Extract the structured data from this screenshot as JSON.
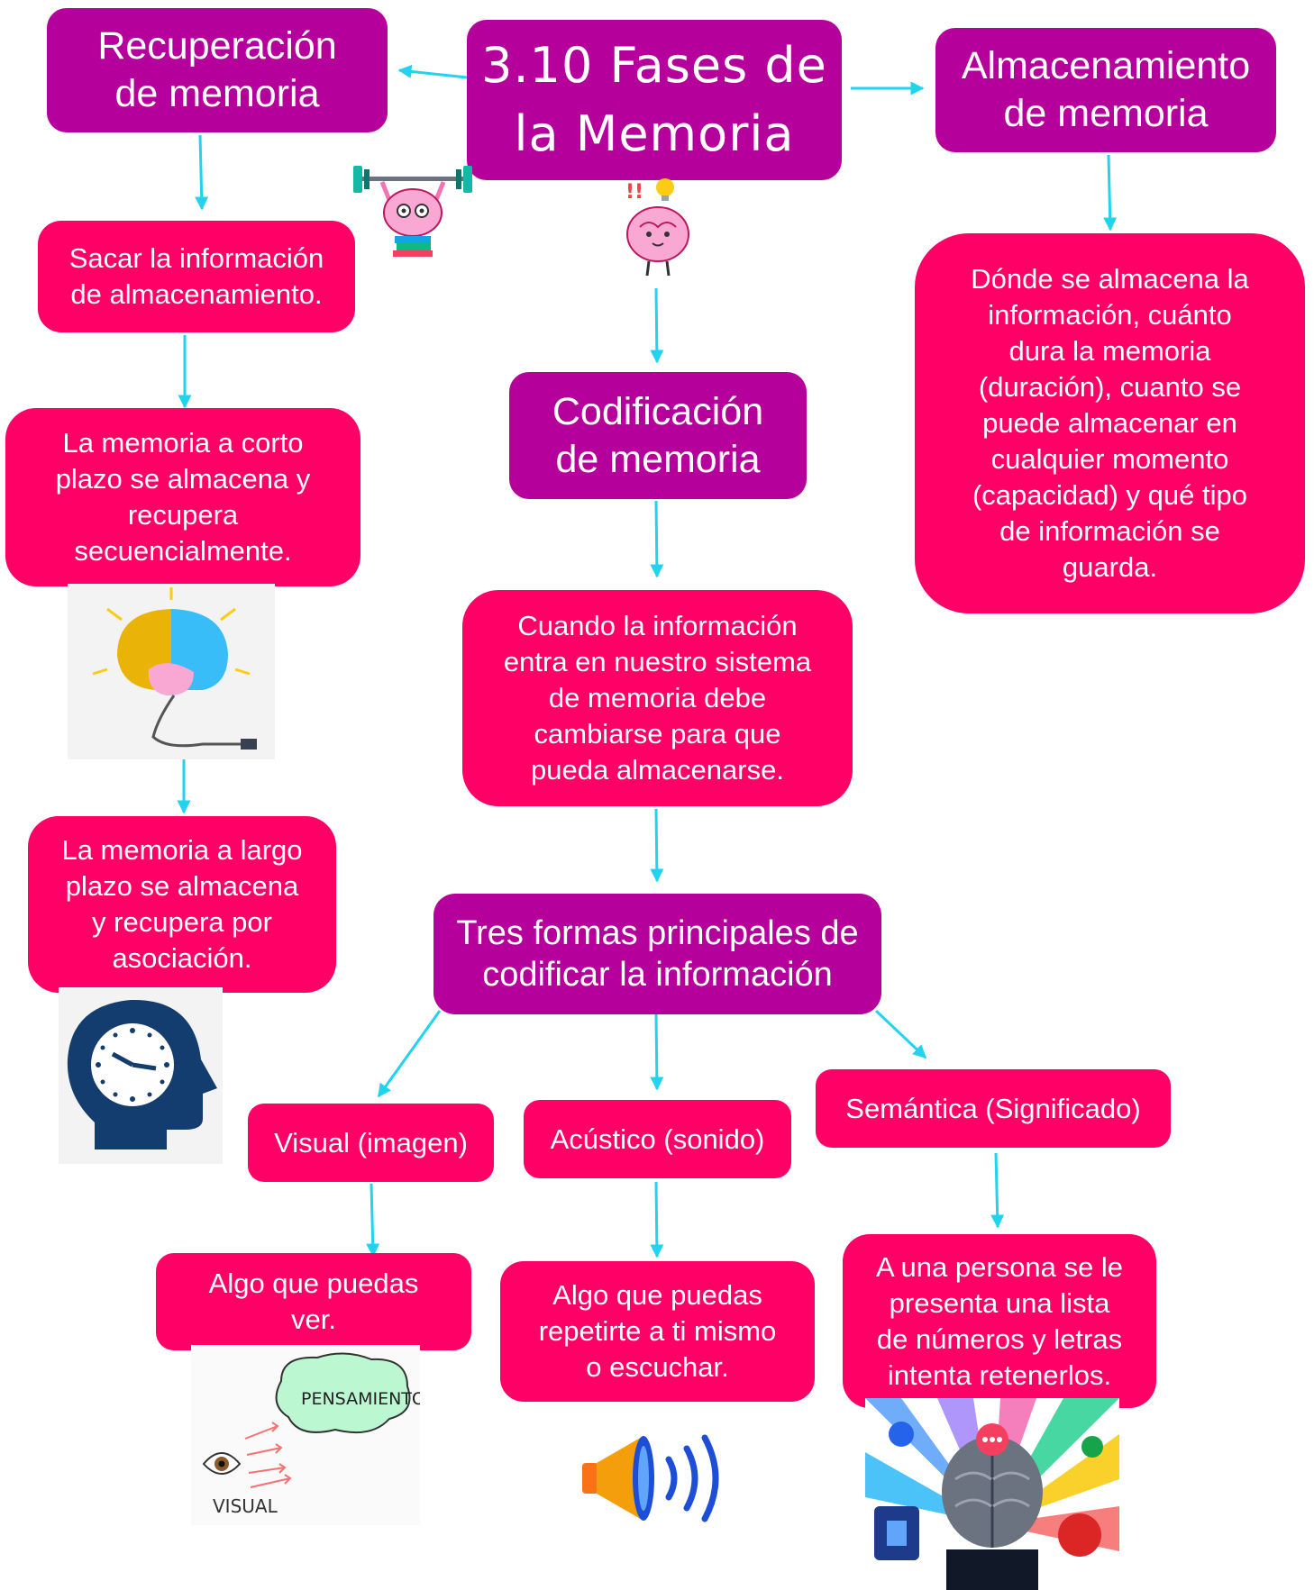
{
  "title": "3.10 Fases de\nla Memoria",
  "branches": {
    "recuperacion": {
      "heading": "Recuperación\nde memoria",
      "steps": [
        "Sacar la información\nde almacenamiento.",
        "La memoria a corto\nplazo se almacena y\nrecupera\nsecuencialmente.",
        "La memoria a largo\nplazo se almacena\ny recupera por\nasociación."
      ]
    },
    "codificacion": {
      "heading": "Codificación\nde memoria",
      "description": "Cuando la información\nentra en nuestro sistema\nde memoria debe\ncambiarse para que\npueda almacenarse.",
      "forms_heading": "Tres formas principales de\ncodificar la información",
      "forms": [
        {
          "label": "Visual (imagen)",
          "detail": "Algo que puedas\nver."
        },
        {
          "label": "Acústico (sonido)",
          "detail": "Algo que puedas\nrepetirte a ti mismo\no escuchar."
        },
        {
          "label": "Semántica (Significado)",
          "detail": "A una persona se le\npresenta una lista\nde números y letras\nintenta retenerlos."
        }
      ]
    },
    "almacenamiento": {
      "heading": "Almacenamiento\nde memoria",
      "description": "Dónde se almacena la\ninformación, cuánto\ndura la memoria\n(duración), cuanto se\npuede almacenar en\ncualquier momento\n(capacidad) y qué tipo\nde información se\nguarda."
    }
  },
  "image_text": {
    "pensamiento": "PENSAMIENTO",
    "visual": "VISUAL"
  },
  "colors": {
    "purple": "#b5009c",
    "pink": "#ff0066",
    "arrow": "#22d3ee"
  },
  "icons": [
    "brain-weightlifting-icon",
    "thinking-brain-icon",
    "colorful-brain-lightbulb-icon",
    "head-clock-icon",
    "eye-thought-sketch-icon",
    "megaphone-icon",
    "semantic-brain-collage-icon"
  ]
}
